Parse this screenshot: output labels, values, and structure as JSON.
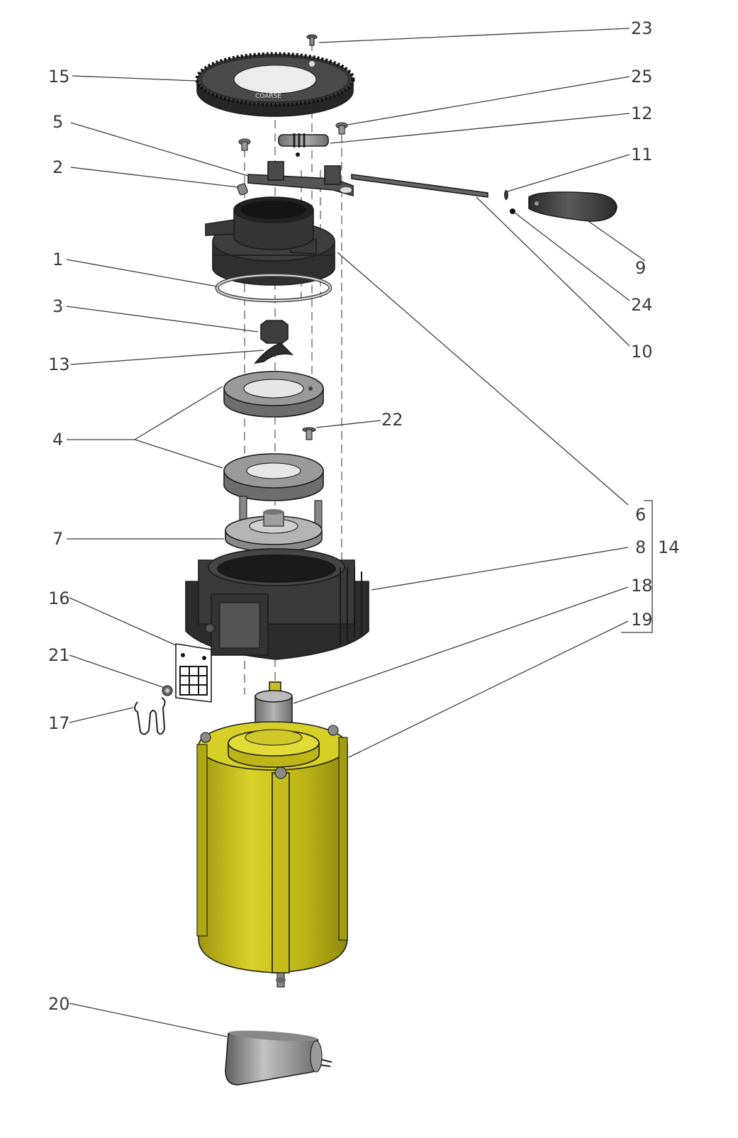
{
  "callouts": [
    {
      "id": "c1",
      "label": "1"
    },
    {
      "id": "c2",
      "label": "2"
    },
    {
      "id": "c3",
      "label": "3"
    },
    {
      "id": "c4",
      "label": "4"
    },
    {
      "id": "c5",
      "label": "5"
    },
    {
      "id": "c6",
      "label": "6"
    },
    {
      "id": "c7",
      "label": "7"
    },
    {
      "id": "c8",
      "label": "8"
    },
    {
      "id": "c9",
      "label": "9"
    },
    {
      "id": "c10",
      "label": "10"
    },
    {
      "id": "c11",
      "label": "11"
    },
    {
      "id": "c12",
      "label": "12"
    },
    {
      "id": "c13",
      "label": "13"
    },
    {
      "id": "c14",
      "label": "14"
    },
    {
      "id": "c15",
      "label": "15"
    },
    {
      "id": "c16",
      "label": "16"
    },
    {
      "id": "c17",
      "label": "17"
    },
    {
      "id": "c18",
      "label": "18"
    },
    {
      "id": "c19",
      "label": "19"
    },
    {
      "id": "c20",
      "label": "20"
    },
    {
      "id": "c21",
      "label": "21"
    },
    {
      "id": "c22",
      "label": "22"
    },
    {
      "id": "c23",
      "label": "23"
    },
    {
      "id": "c24",
      "label": "24"
    },
    {
      "id": "c25",
      "label": "25"
    }
  ],
  "colors": {
    "dark_part": "#3b3b3b",
    "grey_part": "#8c8c8c",
    "motor_yellow": "#c9c21a",
    "leader_line": "#3c3c3c"
  }
}
